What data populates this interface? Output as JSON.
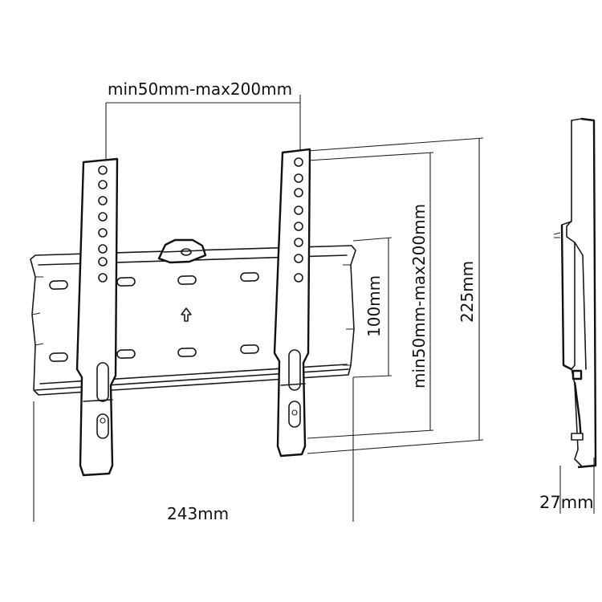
{
  "labels": {
    "top_spacing": "min50mm-max200mm",
    "vertical_spacing": "min50mm-max200mm",
    "height_100": "100mm",
    "height_225": "225mm",
    "width_243": "243mm",
    "depth_27": "27mm"
  },
  "icons": {
    "up_arrow": "up-arrow-icon",
    "level_bubble": "spirit-level-icon"
  },
  "colors": {
    "line": "#1a1a1a",
    "background": "#ffffff"
  }
}
